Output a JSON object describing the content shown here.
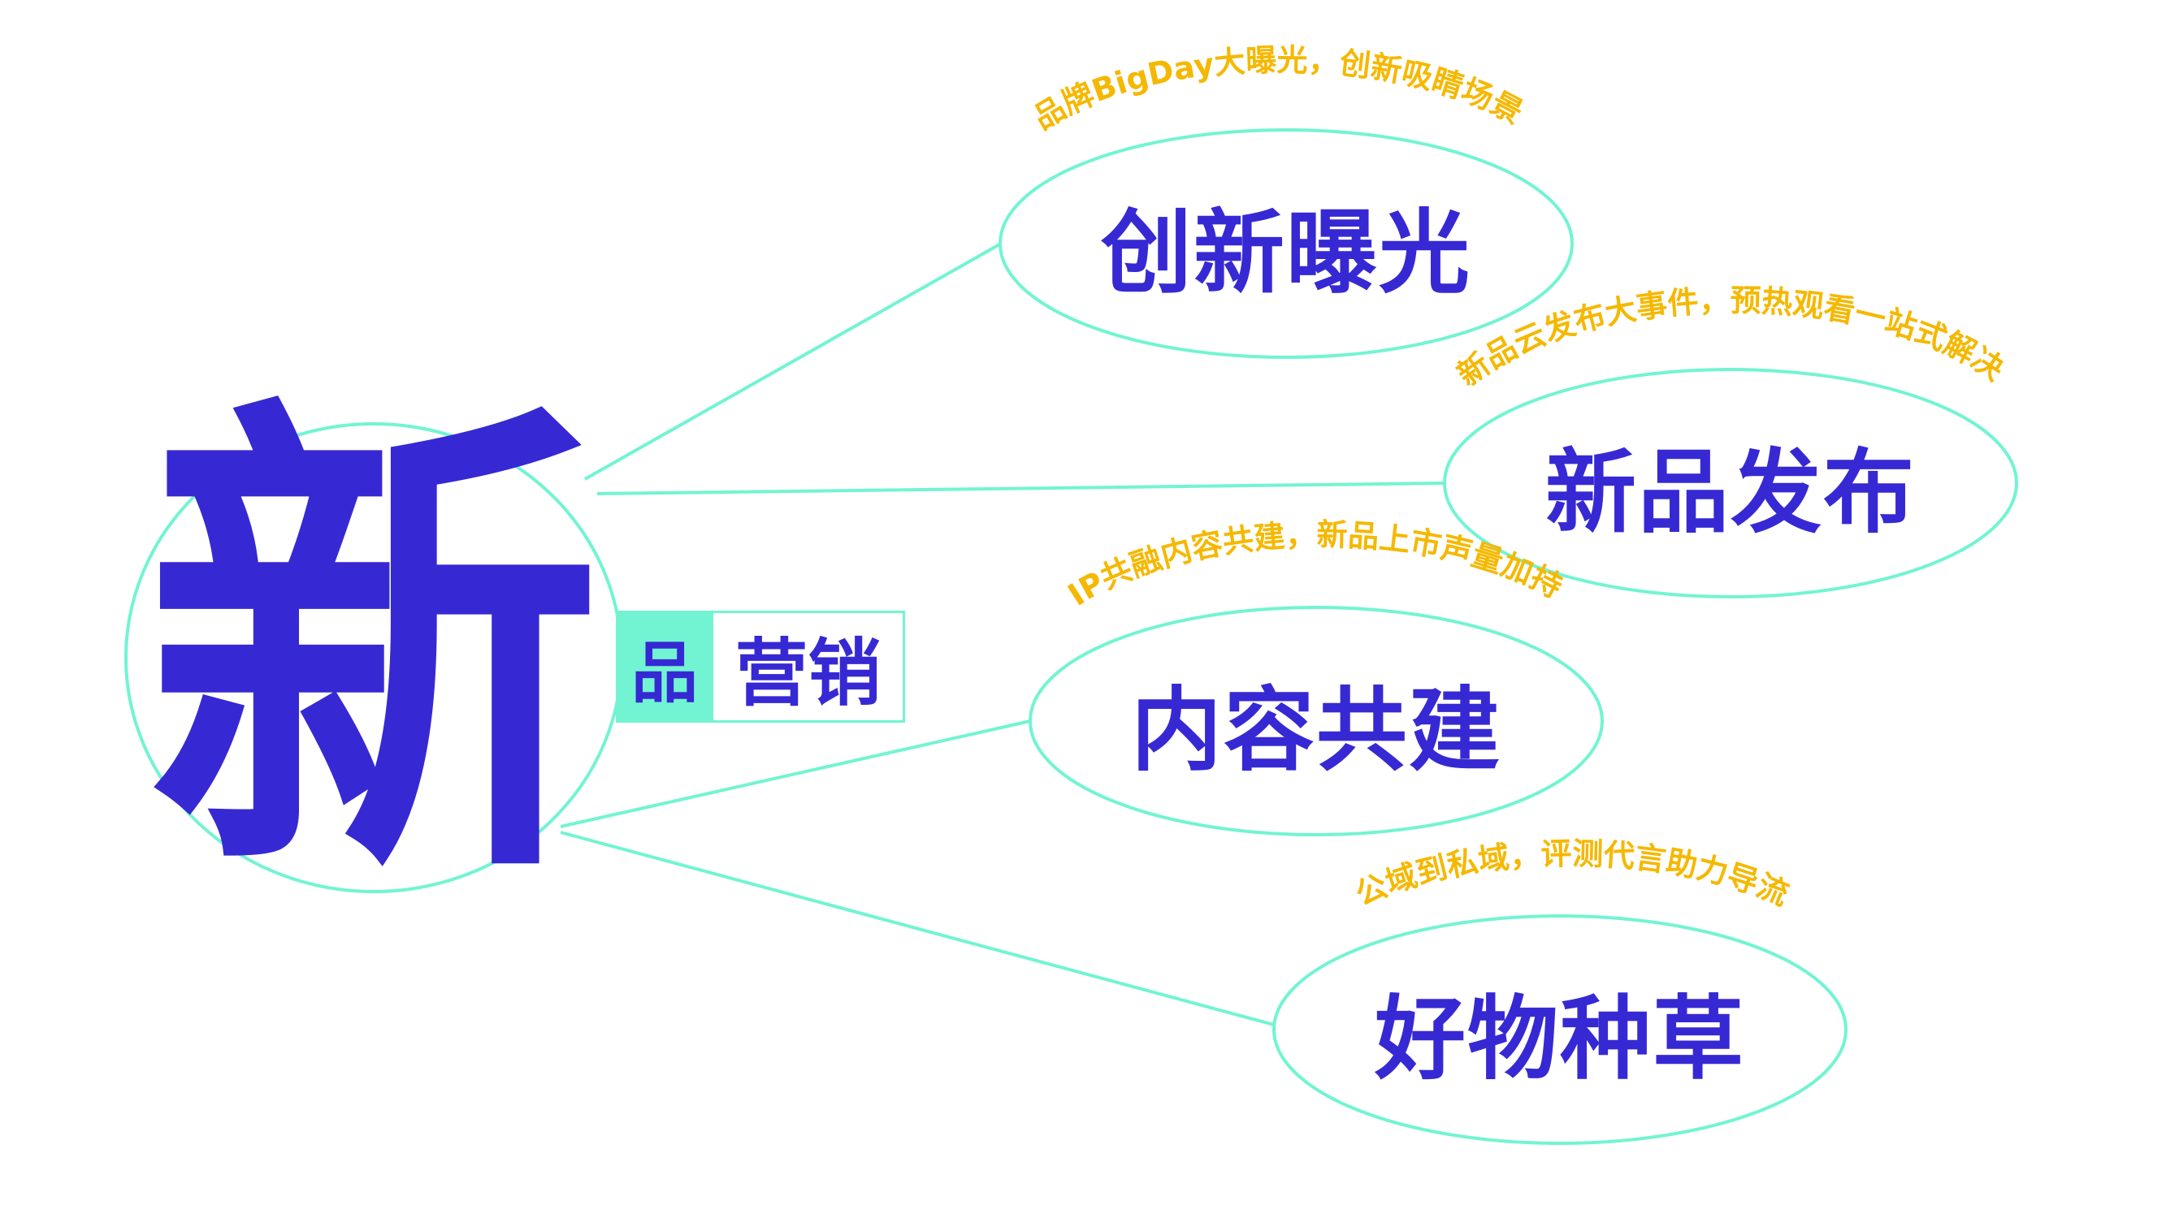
{
  "colors": {
    "primary": "#3629D4",
    "accent_line": "#72F4D2",
    "subtitle": "#F5B800",
    "background": "#FFFFFF"
  },
  "hub": {
    "main_char": "新",
    "tag_highlight": "品",
    "tag_rest": "营销"
  },
  "branches": [
    {
      "title": "创新曝光",
      "subtitle": "品牌BigDay大曝光，创新吸睛场景"
    },
    {
      "title": "新品发布",
      "subtitle": "新品云发布大事件，预热观看一站式解决"
    },
    {
      "title": "内容共建",
      "subtitle": "IP共融内容共建，新品上市声量加持"
    },
    {
      "title": "好物种草",
      "subtitle": "公域到私域，评测代言助力导流"
    }
  ]
}
